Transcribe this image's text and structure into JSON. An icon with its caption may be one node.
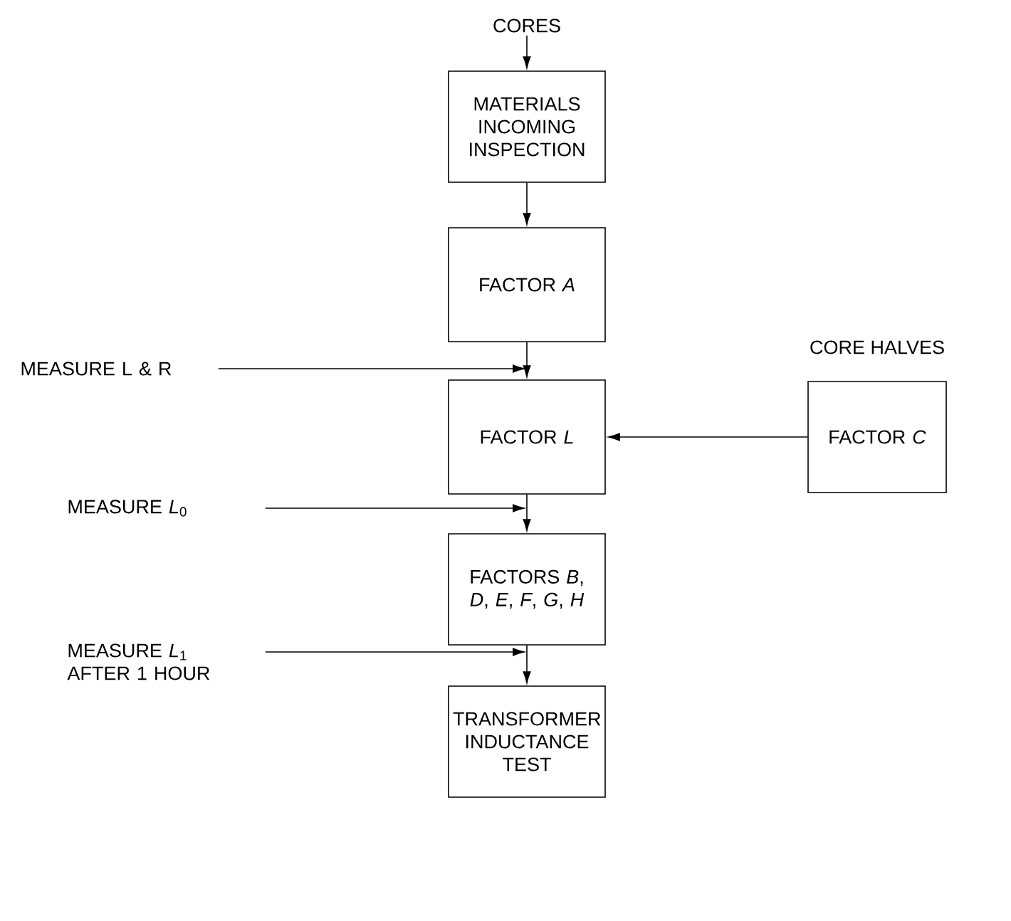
{
  "diagram": {
    "nodes": [
      {
        "text": [
          "CORES"
        ]
      },
      {
        "text": [
          "MATERIALS INCOMING INSPECTION"
        ]
      },
      {
        "text": [
          "FACTOR *A*"
        ]
      },
      {
        "text": [
          "MEASURE L & R"
        ]
      },
      {
        "text": [
          "FACTOR *L*"
        ]
      },
      {
        "text": [
          "CORE HALVES",
          "FACTOR *C*"
        ]
      },
      {
        "text": [
          "MEASURE *L*$_{0}$"
        ]
      },
      {
        "text": [
          "FACTORS *B*, *D*, *E*, *F*, *G*, *H*"
        ]
      },
      {
        "text": [
          "MEASURE *L*$_{1}$ AFTER 1 HOUR"
        ]
      },
      {
        "text": [
          "TRANSFORMER INDUCTANCE TEST"
        ]
      }
    ],
    "edges": [
      {
        "from": 0,
        "to": 1,
        "arrow": "to"
      },
      {
        "from": 1,
        "to": 2,
        "arrow": "to"
      },
      {
        "from": 2,
        "to": 4,
        "arrow": "to"
      },
      {
        "from": 5,
        "to": 4,
        "arrow": "to"
      },
      {
        "from": 4,
        "to": 7,
        "arrow": "to"
      },
      {
        "from": 7,
        "to": 9,
        "arrow": "to"
      },
      {
        "from": 3,
        "to": 4,
        "arrow": "to"
      },
      {
        "from": 6,
        "to": 4,
        "arrow": "to"
      },
      {
        "from": 8,
        "to": 7,
        "arrow": "to"
      }
    ]
  }
}
